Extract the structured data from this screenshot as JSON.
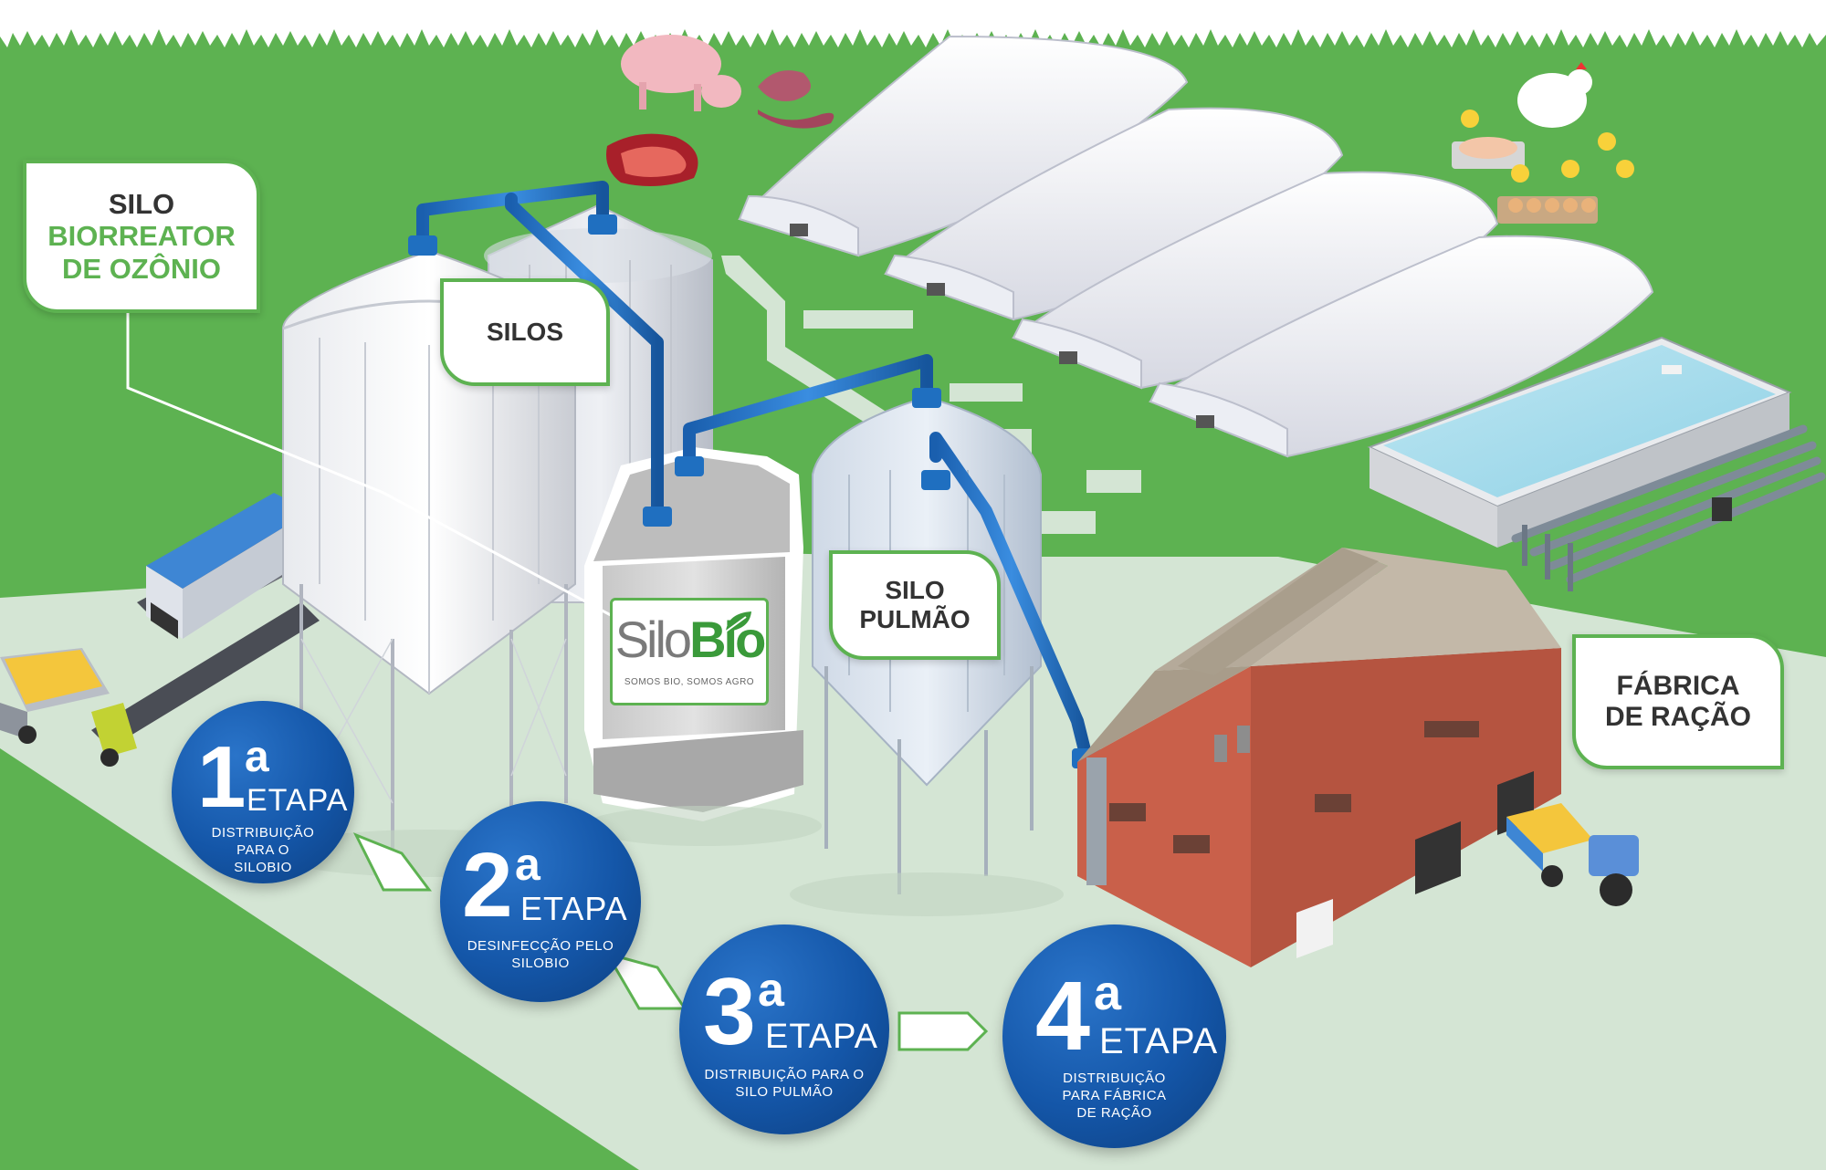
{
  "labels": {
    "silo_biorreator": {
      "line1": "SILO",
      "line2": "BIORREATOR",
      "line3": "DE OZÔNIO"
    },
    "silos": "SILOS",
    "silo_pulmao": {
      "line1": "SILO",
      "line2": "PULMÃO"
    },
    "fabrica": {
      "line1": "FÁBRICA",
      "line2": "DE RAÇÃO"
    }
  },
  "logo": {
    "silo": "Silo",
    "bio": "Bio",
    "tagline": "SOMOS BIO, SOMOS AGRO"
  },
  "steps": [
    {
      "number": "1",
      "sup": "a",
      "word": "ETAPA",
      "desc_line1": "DISTRIBUIÇÃO",
      "desc_line2": "PARA O",
      "desc_line3": "SILOBIO"
    },
    {
      "number": "2",
      "sup": "a",
      "word": "ETAPA",
      "desc_line1": "DESINFECÇÃO PELO",
      "desc_line2": "SILOBIO",
      "desc_line3": ""
    },
    {
      "number": "3",
      "sup": "a",
      "word": "ETAPA",
      "desc_line1": "DISTRIBUIÇÃO PARA O",
      "desc_line2": "SILO PULMÃO",
      "desc_line3": ""
    },
    {
      "number": "4",
      "sup": "a",
      "word": "ETAPA",
      "desc_line1": "DISTRIBUIÇÃO",
      "desc_line2": "PARA FÁBRICA",
      "desc_line3": "DE RAÇÃO"
    }
  ],
  "colors": {
    "grass": "#5db251",
    "ground": "#d3e4d3",
    "pipe": "#1f6fc0",
    "step_blue": "#1456a8",
    "factory_red": "#c9604a",
    "label_green": "#5db251"
  }
}
